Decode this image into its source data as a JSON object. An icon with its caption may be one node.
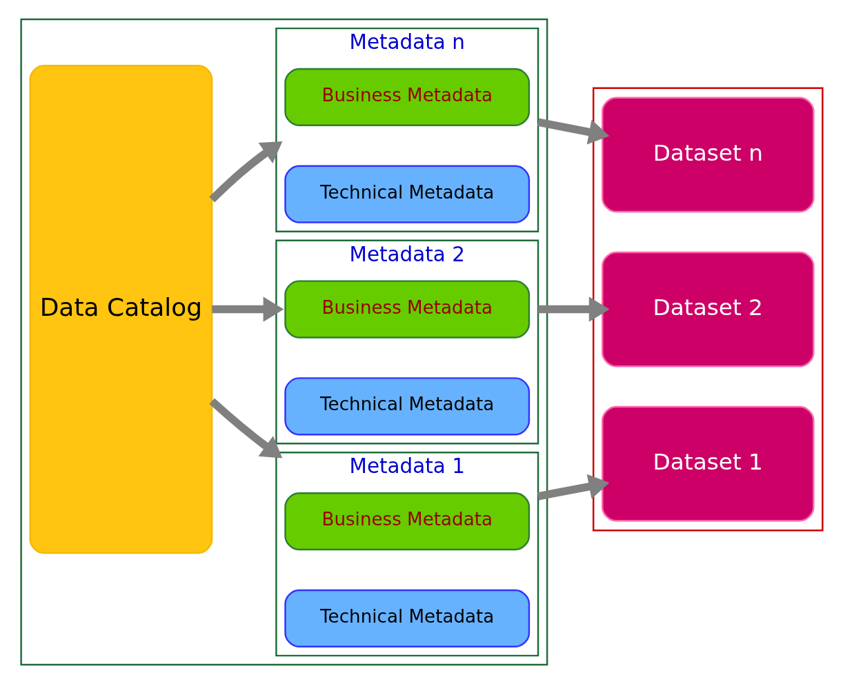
{
  "diagram": {
    "nodes": [
      {
        "text": [],
        "shape": "box"
      },
      {
        "text": [
          "Data Catalog"
        ],
        "in": 0
      },
      {
        "text": [
          "Metadata 1"
        ],
        "in": 0
      },
      {
        "text": [
          "Business Metadata"
        ],
        "in": 2
      },
      {
        "text": [
          "Technical Metadata"
        ],
        "in": 2
      },
      {
        "text": [
          "Metadata 2"
        ],
        "in": 0
      },
      {
        "text": [
          "Business Metadata"
        ],
        "in": 5
      },
      {
        "text": [
          "Technical Metadata"
        ],
        "in": 5
      },
      {
        "text": [
          "Metadata n"
        ],
        "in": 0
      },
      {
        "text": [
          "Business Metadata"
        ],
        "in": 8
      },
      {
        "text": [
          "Technical Metadata"
        ],
        "in": 8
      },
      {
        "text": [],
        "shape": "box"
      },
      {
        "text": [
          "Dataset 1"
        ],
        "in": 11
      },
      {
        "text": [
          "Dataset 2"
        ],
        "in": 11
      },
      {
        "text": [
          "Dataset n"
        ],
        "in": 11
      }
    ],
    "edges": [
      {
        "from": 1,
        "to": 2,
        "arrow": "to"
      },
      {
        "from": 1,
        "to": 5,
        "arrow": "to"
      },
      {
        "from": 1,
        "to": 8,
        "arrow": "to"
      },
      {
        "from": 2,
        "to": 12,
        "arrow": "to"
      },
      {
        "from": 5,
        "to": 13,
        "arrow": "to"
      },
      {
        "from": 8,
        "to": 14,
        "arrow": "to"
      }
    ]
  }
}
